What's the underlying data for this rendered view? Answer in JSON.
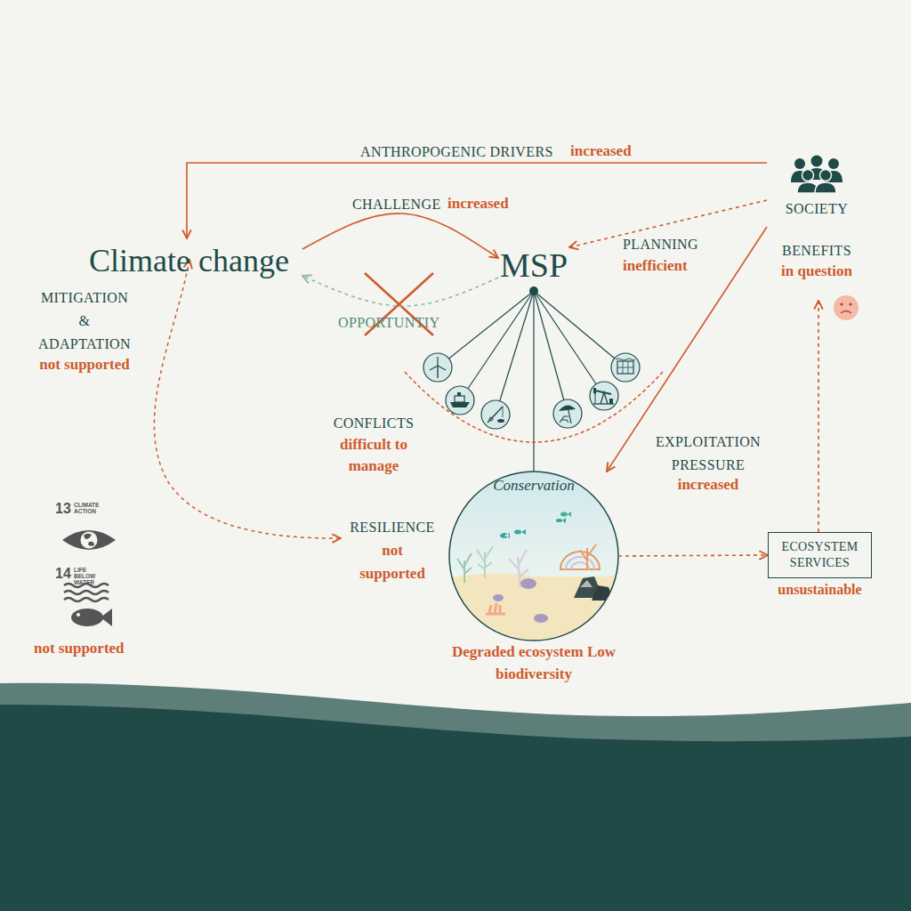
{
  "diagram": {
    "nodes": [
      {
        "text": [
          "Climate change"
        ]
      },
      {
        "text": [
          "MSP"
        ]
      },
      {
        "text": [
          "SOCIETY"
        ]
      },
      {
        "text": [
          "Conservation",
          "Degraded ecosystem Low biodiversity"
        ]
      },
      {
        "text": [
          "ECOSYSTEM SERVICES",
          "unsustainable"
        ]
      }
    ],
    "edges": [
      {
        "from": 2,
        "to": 0,
        "arrow": "to",
        "label": "ANTHROPOGENIC DRIVERS"
      },
      {
        "from": 0,
        "to": 1,
        "arrow": "to",
        "label": "CHALLENGE"
      },
      {
        "from": 1,
        "to": 0,
        "arrow": "to",
        "label": "OPPORTUNTIY"
      },
      {
        "from": 2,
        "to": 1,
        "arrow": "to",
        "label": "PLANNING"
      },
      {
        "from": 2,
        "to": 3,
        "arrow": "to",
        "label": "EXPLOITATION PRESSURE"
      },
      {
        "from": 3,
        "to": 4,
        "arrow": "to"
      },
      {
        "from": 4,
        "to": 2,
        "arrow": "to"
      }
    ],
    "labels": [
      "increased",
      "increased",
      "inefficient",
      "BENEFITS",
      "in question",
      "MITIGATION & ADAPTATION",
      "not supported",
      "CONFLICTS",
      "difficult to manage",
      "RESILIENCE",
      "not supported",
      "increased",
      "13",
      "CLIMATE ACTION",
      "14",
      "LIFE BELOW WATER",
      "not supported"
    ]
  }
}
